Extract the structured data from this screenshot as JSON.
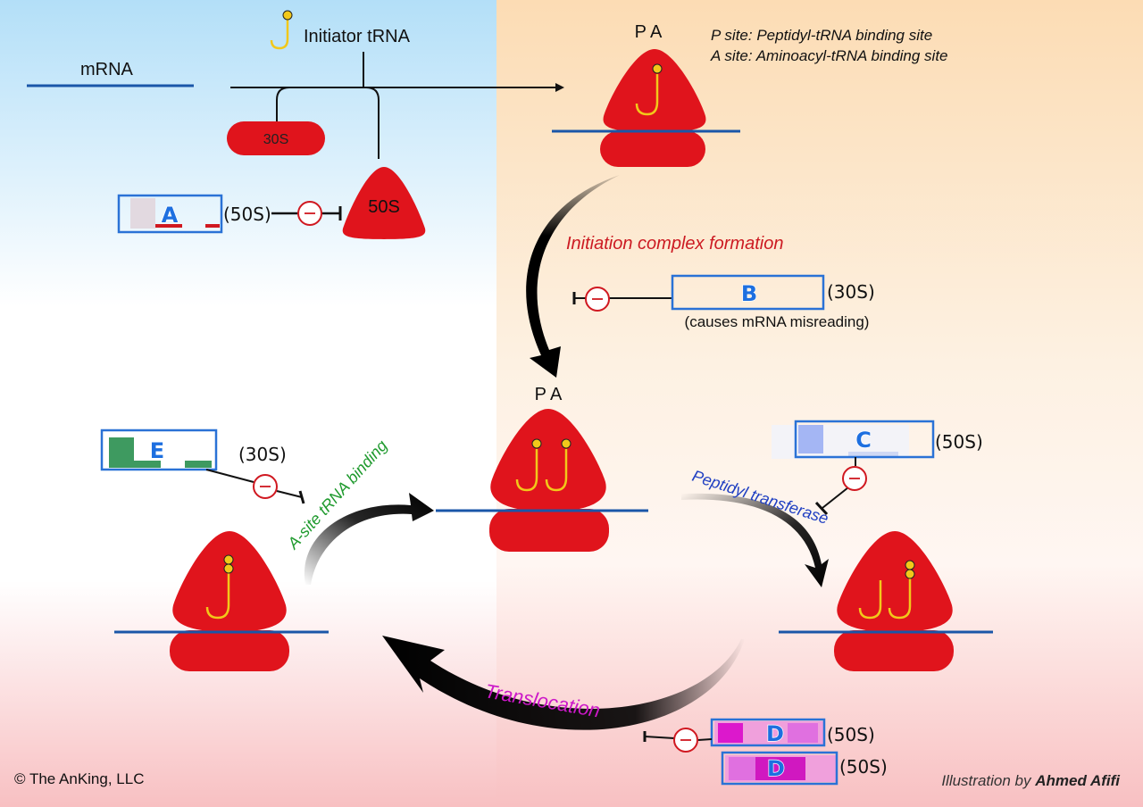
{
  "top": {
    "mrna_label": "mRNA",
    "initiator_trna_label": "Initiator tRNA",
    "subunit_30s": "30S",
    "subunit_50s": "50S",
    "pa_top": "P A",
    "pa_center": "P A",
    "legend_p_site": "P site: Peptidyl-tRNA binding site",
    "legend_a_site": "A site: Aminoacyl-tRNA binding site"
  },
  "steps": {
    "initiation": "Initiation complex formation",
    "a_site_binding": "A-site tRNA binding",
    "peptidyl_transferase": "Peptidyl transferase",
    "translocation": "Translocation"
  },
  "drugs": {
    "A": {
      "letter": "A",
      "target": "(50S)"
    },
    "B": {
      "letter": "B",
      "target": "(30S)",
      "note": "(causes mRNA misreading)"
    },
    "C": {
      "letter": "C",
      "target": "(50S)"
    },
    "D1": {
      "letter": "D",
      "target": "(50S)"
    },
    "D2": {
      "letter": "D",
      "target": "(50S)"
    },
    "E": {
      "letter": "E",
      "target": "(30S)"
    }
  },
  "inhibit_symbol": "−",
  "footer": {
    "copyright": "© The AnKing, LLC",
    "credit_prefix": "Illustration by",
    "credit_author": "Ahmed Afifi"
  },
  "colors": {
    "ribosome_red": "#e0141c",
    "mrna_blue": "#1a56a8",
    "trna_yellow": "#f2c81a",
    "label_red": "#cc1a22",
    "label_green": "#1f9a2e",
    "label_blue": "#1f3fc2",
    "label_magenta": "#cc18c8",
    "drug_box_border": "#2a72d6"
  }
}
